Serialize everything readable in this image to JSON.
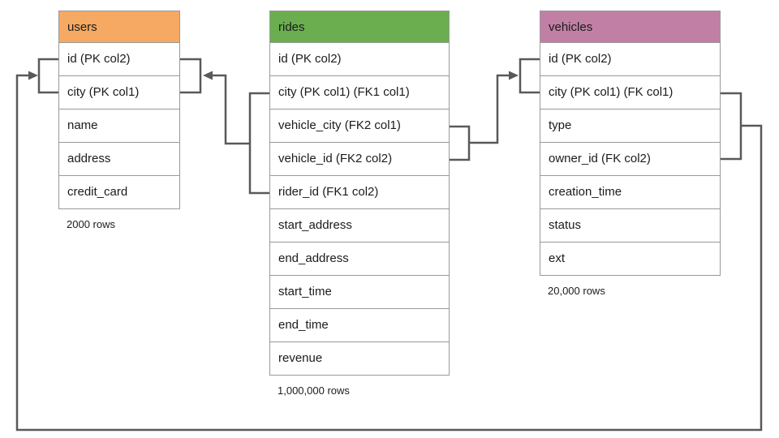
{
  "diagram": {
    "connector_color": "#595959",
    "border_color": "#999999",
    "tables": [
      {
        "name": "users",
        "header_color": "#F5A962",
        "columns": [
          "id (PK col2)",
          "city (PK col1)",
          "name",
          "address",
          "credit_card"
        ],
        "row_count_label": "2000 rows"
      },
      {
        "name": "rides",
        "header_color": "#6AAE4F",
        "columns": [
          "id (PK col2)",
          "city (PK col1) (FK1 col1)",
          "vehicle_city (FK2 col1)",
          "vehicle_id (FK2 col2)",
          "rider_id (FK1 col2)",
          "start_address",
          "end_address",
          "start_time",
          "end_time",
          "revenue"
        ],
        "row_count_label": "1,000,000 rows"
      },
      {
        "name": "vehicles",
        "header_color": "#C17FA5",
        "columns": [
          "id (PK col2)",
          "city (PK col1) (FK col1)",
          "type",
          "owner_id (FK col2)",
          "creation_time",
          "status",
          "ext"
        ],
        "row_count_label": "20,000 rows"
      }
    ],
    "relations": [
      {
        "from": "rides (city FK1 col1, rider_id FK1 col2)",
        "to": "users (city PK col1, id PK col2)"
      },
      {
        "from": "rides (vehicle_city FK2 col1, vehicle_id FK2 col2)",
        "to": "vehicles (city PK col1, id PK col2)"
      },
      {
        "from": "vehicles (city FK col1, owner_id FK col2)",
        "to": "users (city PK col1, id PK col2)"
      }
    ]
  }
}
